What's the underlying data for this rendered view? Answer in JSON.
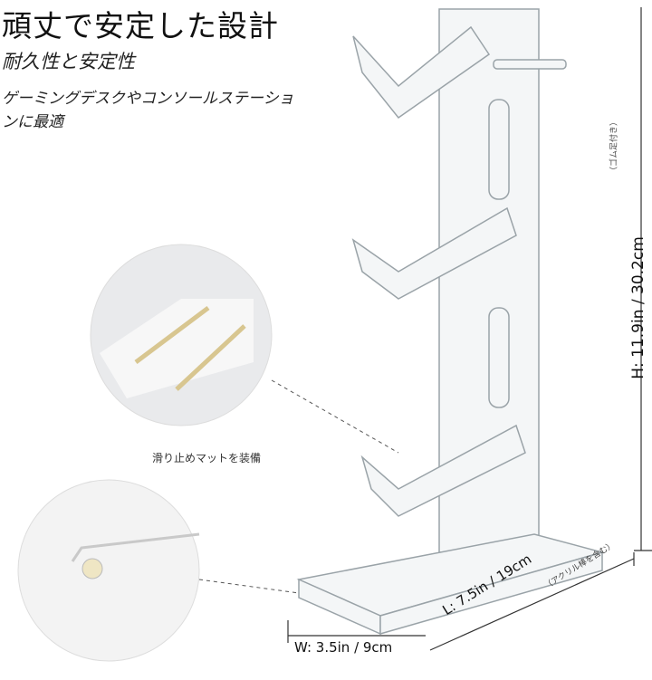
{
  "title": "頑丈で安定した設計",
  "subtitle": "耐久性と安定性",
  "description": "ゲーミングデスクやコンソールステーションに最適",
  "detail_caption": "滑り止めマットを装備",
  "dimensions": {
    "height": "H: 11.9in / 30.2cm",
    "height_note": "（ゴム足付き）",
    "width": "W: 3.5in / 9cm",
    "length": "L: 7.5in / 19cm",
    "length_note": "（アクリル棒を含む）"
  }
}
